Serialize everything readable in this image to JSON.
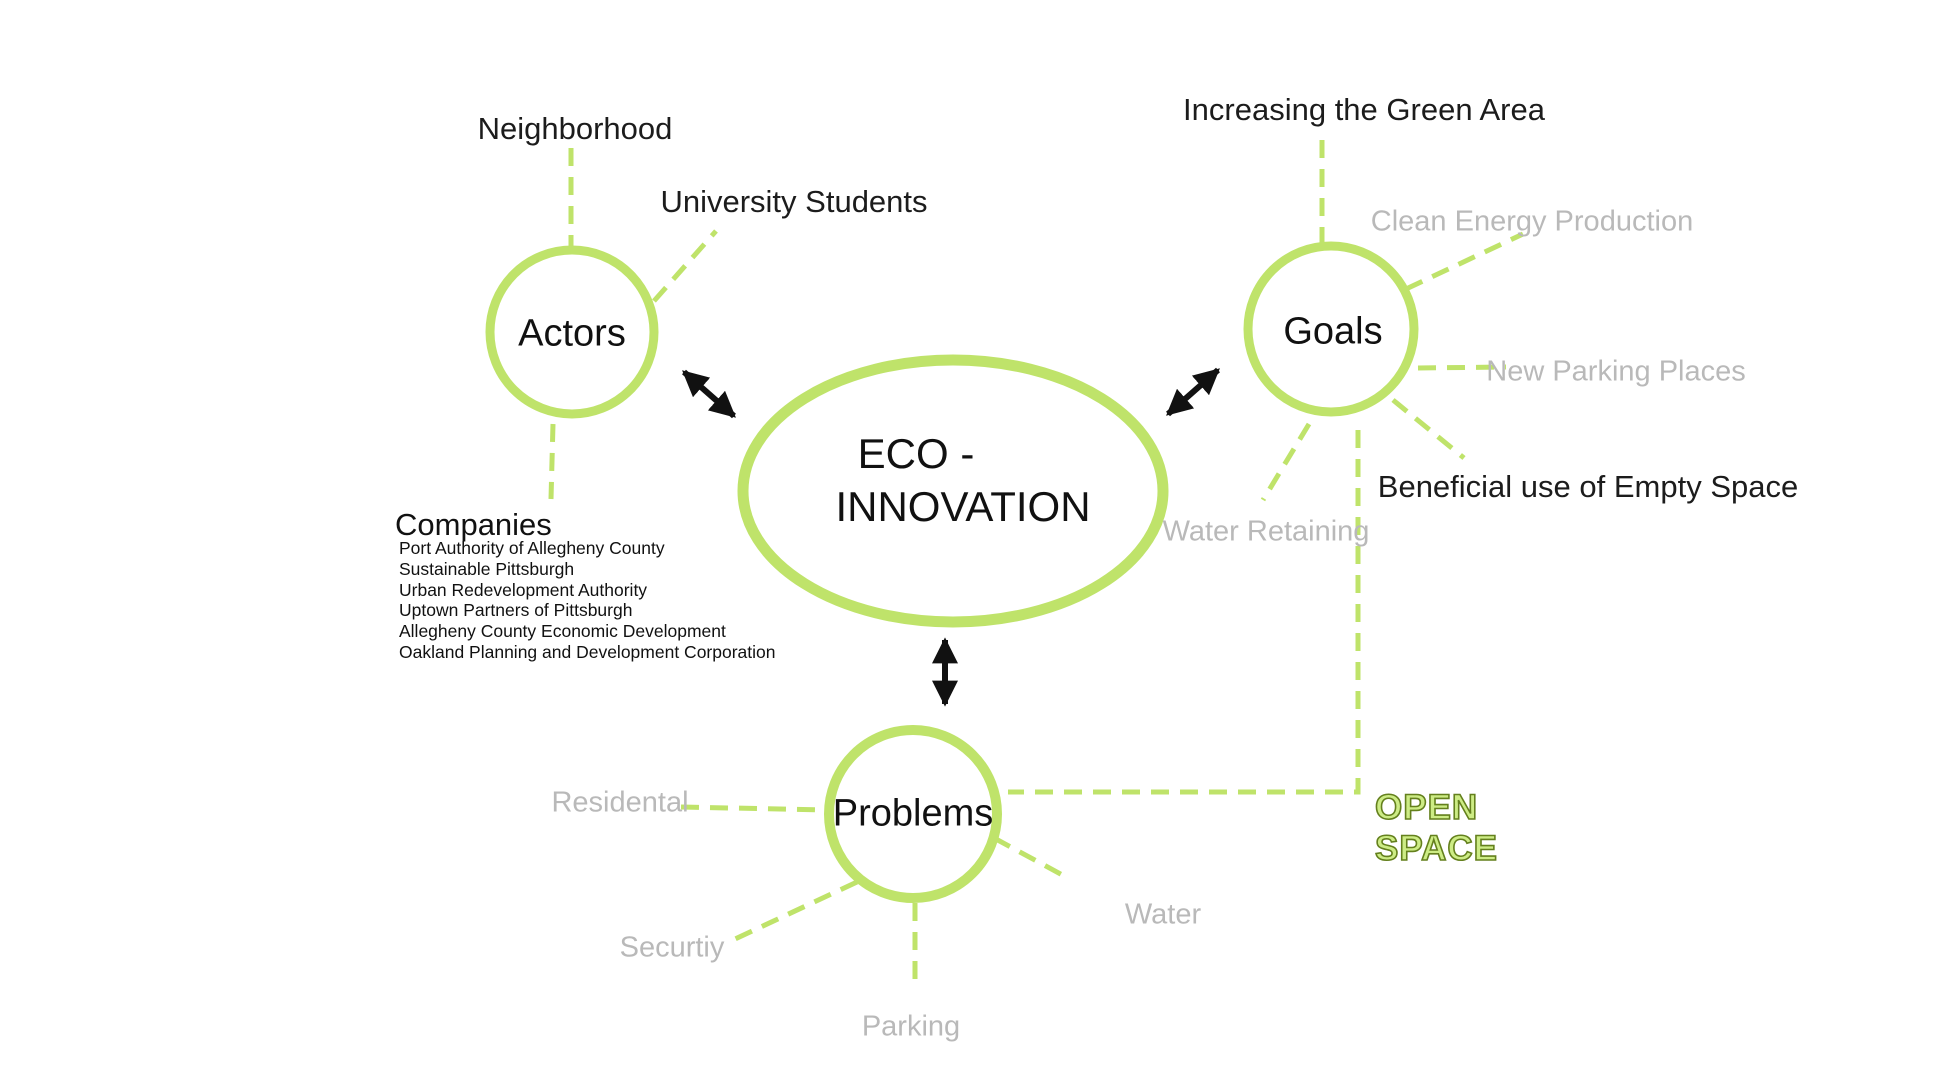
{
  "diagram": {
    "center": {
      "line1": "ECO -",
      "line2": "INNOVATION"
    },
    "actors": {
      "label": "Actors",
      "neighborhood": "Neighborhood",
      "university_students": "University Students",
      "companies_heading": "Companies",
      "companies": [
        "Port Authority of Allegheny County",
        "Sustainable Pittsburgh",
        "Urban Redevelopment Authority",
        "Uptown Partners of Pittsburgh",
        "Allegheny County Economic Development",
        "Oakland Planning and Development Corporation"
      ]
    },
    "goals": {
      "label": "Goals",
      "increasing_green_area": "Increasing the Green Area",
      "clean_energy_production": "Clean Energy Production",
      "new_parking_places": "New Parking Places",
      "beneficial_use": "Beneficial use of Empty Space",
      "water_retaining": "Water Retaining",
      "open_space_line1": "OPEN",
      "open_space_line2": "SPACE"
    },
    "problems": {
      "label": "Problems",
      "residental": "Residental",
      "securtiy": "Securtiy",
      "parking": "Parking",
      "water": "Water"
    }
  },
  "colors": {
    "green": "#bfe36a",
    "gray_label": "#b9b9b9",
    "text": "#1c1c1c",
    "open_space_fill": "#cdec85",
    "open_space_outline": "#64801d"
  }
}
